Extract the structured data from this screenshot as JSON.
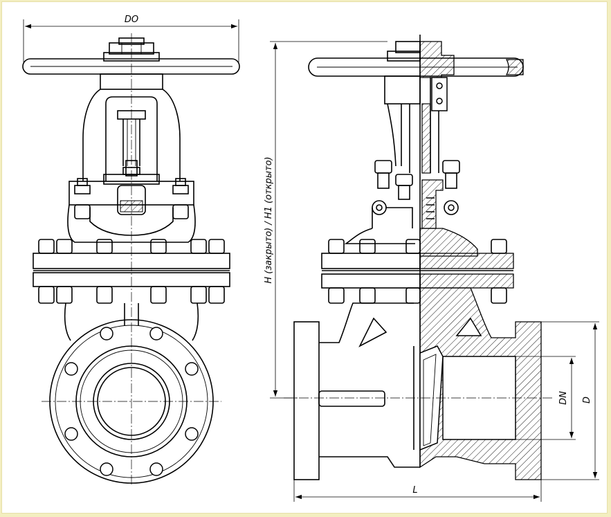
{
  "labels": {
    "do": "DO",
    "height": "H (закрыто) / H1 (открыто)",
    "dn": "DN",
    "d": "D",
    "l": "L"
  },
  "colors": {
    "background": "#f3eec0",
    "line": "#000000",
    "hatch": "#000000"
  }
}
